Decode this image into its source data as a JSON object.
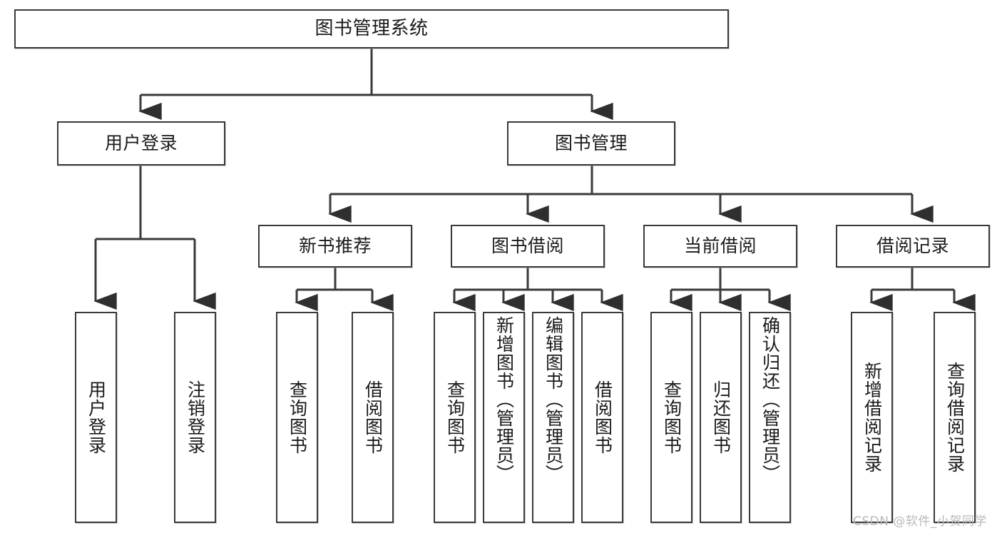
{
  "diagram": {
    "title": "图书管理系统",
    "type": "functional-structure-tree",
    "watermark": "CSDN @软件_小贺同学",
    "colors": {
      "stroke": "#3a3a3a",
      "text": "#1a1a1a",
      "background": "#ffffff",
      "watermark": "#b9b9b9"
    },
    "root": {
      "label": "图书管理系统"
    },
    "level2": [
      {
        "label": "用户登录"
      },
      {
        "label": "图书管理"
      }
    ],
    "level3": [
      {
        "label": "新书推荐"
      },
      {
        "label": "图书借阅"
      },
      {
        "label": "当前借阅"
      },
      {
        "label": "借阅记录"
      }
    ],
    "leaves": {
      "user_login": [
        {
          "label": "用户登录"
        },
        {
          "label": "注销登录"
        }
      ],
      "new_book_recommend": [
        {
          "label": "查询图书"
        },
        {
          "label": "借阅图书"
        }
      ],
      "book_borrow": [
        {
          "label": "查询图书"
        },
        {
          "label": "新增图书（管理员）"
        },
        {
          "label": "编辑图书（管理员）"
        },
        {
          "label": "借阅图书"
        }
      ],
      "current_borrow": [
        {
          "label": "查询图书"
        },
        {
          "label": "归还图书"
        },
        {
          "label": "确认归还（管理员）"
        }
      ],
      "borrow_record": [
        {
          "label": "新增借阅记录"
        },
        {
          "label": "查询借阅记录"
        }
      ]
    }
  }
}
